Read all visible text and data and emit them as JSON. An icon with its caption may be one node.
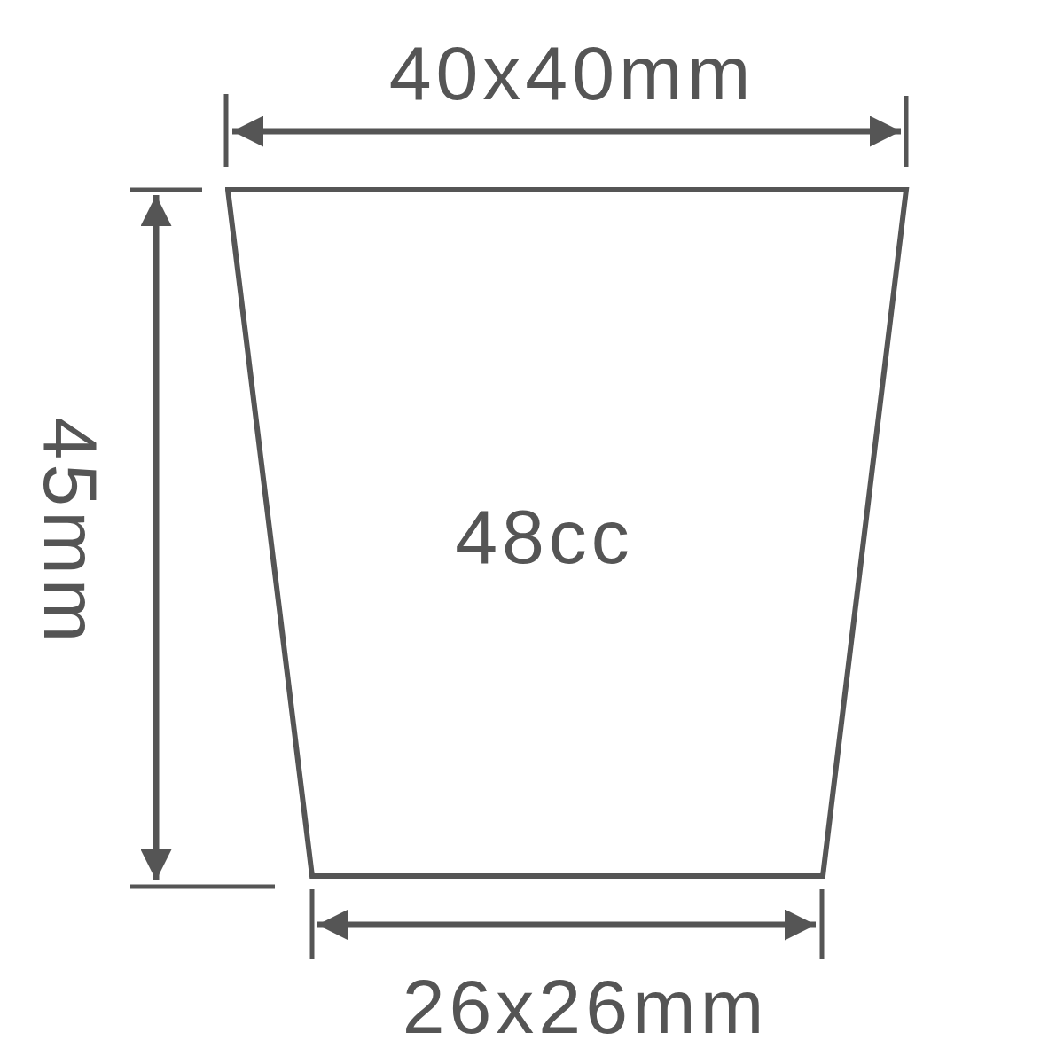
{
  "diagram": {
    "nodes": [
      {
        "text": [
          "48cc"
        ]
      }
    ],
    "labels": [
      "40x40mm",
      "45mm",
      "26x26mm"
    ]
  }
}
